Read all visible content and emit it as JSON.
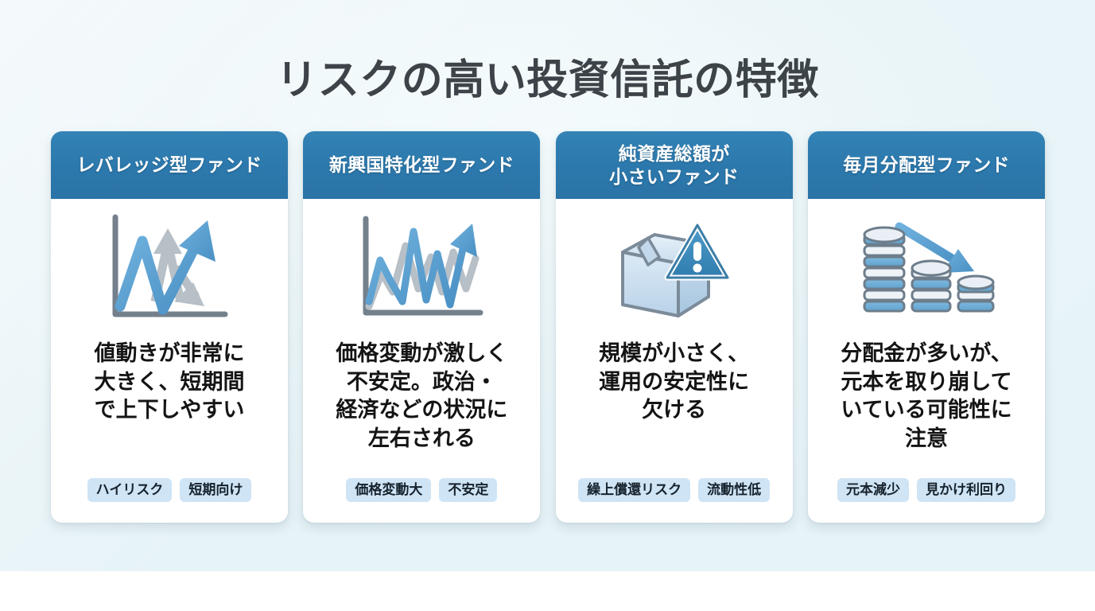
{
  "page": {
    "title": "リスクの高い投資信託の特徴",
    "background_color": "#eaf5f8",
    "header_color": "#2c78ac",
    "tag_color": "#cfe4f5",
    "icon_blue": "#5da3d2",
    "icon_gray": "#b4bcc4"
  },
  "cards": [
    {
      "header": "レバレッジ型ファンド",
      "icon": "volatile-chart-up-down-arrows-icon",
      "text": "値動きが非常に\n大きく、短期間\nで上下しやすい",
      "tags": [
        "ハイリスク",
        "短期向け"
      ]
    },
    {
      "header": "新興国特化型ファンド",
      "icon": "zigzag-multiline-chart-icon",
      "text": "価格変動が激しく\n不安定。政治・\n経済などの状況に\n左右される",
      "tags": [
        "価格変動大",
        "不安定"
      ]
    },
    {
      "header": "純資産総額が\n小さいファンド",
      "icon": "box-with-warning-triangle-icon",
      "text": "規模が小さく、\n運用の安定性に\n欠ける",
      "tags": [
        "繰上償還リスク",
        "流動性低"
      ]
    },
    {
      "header": "毎月分配型ファンド",
      "icon": "declining-coin-stacks-icon",
      "text": "分配金が多いが、\n元本を取り崩して\nいている可能性に\n注意",
      "tags": [
        "元本減少",
        "見かけ利回り"
      ]
    }
  ]
}
